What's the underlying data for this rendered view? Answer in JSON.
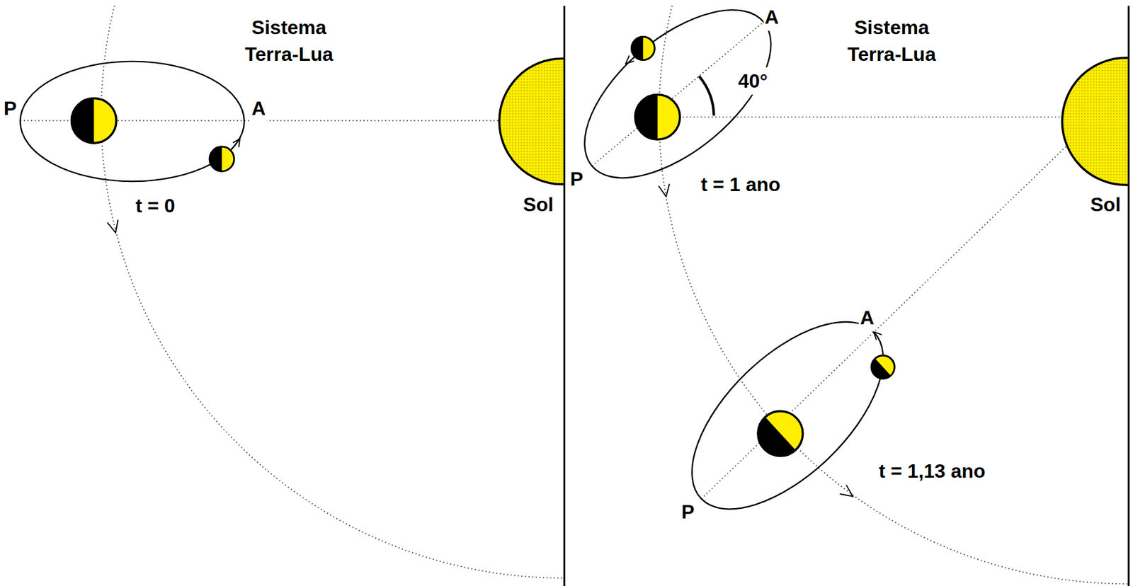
{
  "diagram": {
    "labels": [
      "Sistema Terra-Lua",
      "P",
      "A",
      "t = 0",
      "Sol",
      "A",
      "Sistema Terra-Lua",
      "40°",
      "P",
      "t = 1 ano",
      "Sol",
      "A",
      "t = 1,13 ano",
      "P"
    ]
  }
}
